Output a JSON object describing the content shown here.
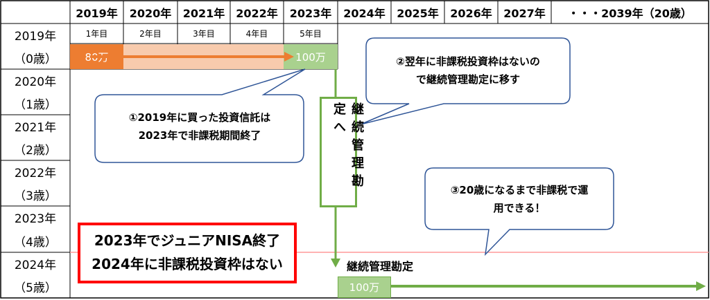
{
  "header": {
    "years": [
      "2019年",
      "2020年",
      "2021年",
      "2022年",
      "2023年",
      "2024年",
      "2025年",
      "2026年",
      "2027年",
      "・・・2039年（20歳）"
    ]
  },
  "rows": [
    {
      "year": "2019年",
      "age": "（0歳）"
    },
    {
      "year": "2020年",
      "age": "（1歳）"
    },
    {
      "year": "2021年",
      "age": "（2歳）"
    },
    {
      "year": "2022年",
      "age": "（3歳）"
    },
    {
      "year": "2023年",
      "age": "（4歳）"
    },
    {
      "year": "2024年",
      "age": "（5歳）"
    }
  ],
  "holding_years": [
    "1年目",
    "2年目",
    "3年目",
    "4年目",
    "5年目"
  ],
  "bars": {
    "start_amount": "80万",
    "end_amount": "100万",
    "continued_amount": "100万"
  },
  "vertical_box": {
    "text": "継続管理勘定へ"
  },
  "continued_account_label": "継続管理勘定",
  "bubbles": {
    "bubble1": [
      "①2019年に買った投資信託は",
      "2023年で非課税期間終了"
    ],
    "bubble2": [
      "②翌年に非課税投資枠はないの",
      "で継続管理勘定に移す"
    ],
    "bubble3": [
      "③20歳になるまで非課税で運",
      "用できる！"
    ]
  },
  "callout": [
    "2023年でジュニアNISA終了",
    "2024年に非課税投資枠はない"
  ],
  "colors": {
    "orange": "#ED7D31",
    "light_orange": "#F8CBAD",
    "green_fill": "#A9D18E",
    "green": "#70AD47",
    "red": "#FF0000",
    "bubble_border": "#2F5597",
    "grid": "#000000",
    "red_line": "#FF9999"
  }
}
